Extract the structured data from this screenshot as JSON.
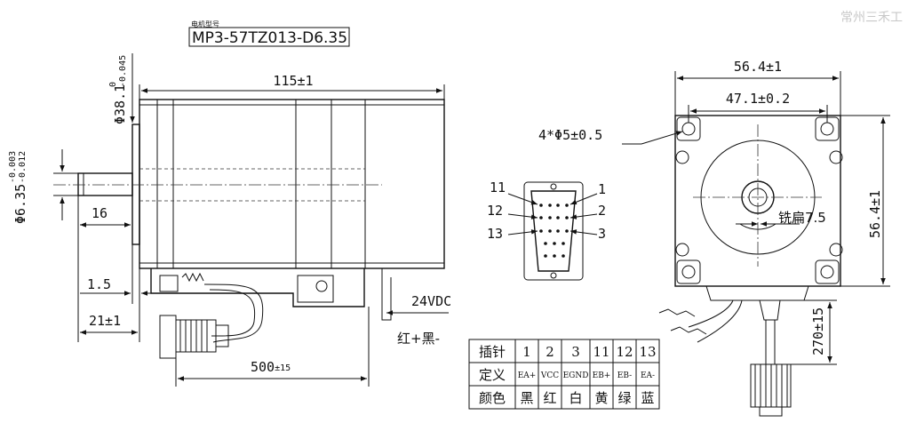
{
  "watermark": "常州三禾工",
  "model": {
    "caption": "电机型号",
    "name": "MP3-57TZ013-D6.35"
  },
  "side_view": {
    "body_length": "115±1",
    "flange_dia": "Φ38.1",
    "flange_tol_upper": "0",
    "flange_tol_lower": "-0.045",
    "shaft_dia": "Φ6.35",
    "shaft_tol_upper": "-0.003",
    "shaft_tol_lower": "-0.012",
    "shaft_length": "16",
    "flange_thickness": "1.5",
    "shaft_ext": "21±1",
    "cable_length": "500",
    "cable_tol": "±15",
    "power": "24VDC",
    "power_wires": "红+黑-"
  },
  "connector": {
    "pins_left": [
      "11",
      "12",
      "13"
    ],
    "pins_right": [
      "1",
      "2",
      "3"
    ]
  },
  "front_view": {
    "width_outer": "56.4±1",
    "hole_spacing": "47.1±0.2",
    "holes": "4*Φ5±0.5",
    "height": "56.4±1",
    "flat": "铣扁7.5",
    "cable": "270±15"
  },
  "pin_table": {
    "rows": [
      [
        "插针",
        "1",
        "2",
        "3",
        "11",
        "12",
        "13"
      ],
      [
        "定义",
        "EA+",
        "VCC",
        "EGND",
        "EB+",
        "EB-",
        "EA-"
      ],
      [
        "颜色",
        "黑",
        "红",
        "白",
        "黄",
        "绿",
        "蓝"
      ]
    ]
  }
}
